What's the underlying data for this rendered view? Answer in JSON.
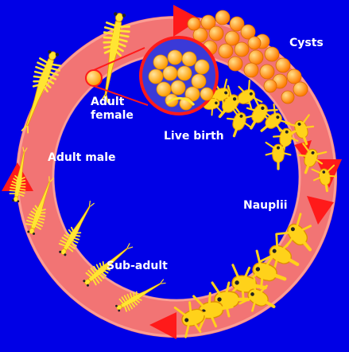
{
  "diagram": {
    "colors": {
      "background": "#0000e6",
      "ring": "#ff7a6e",
      "ring_edge": "#ffd0c8",
      "arrow": "#ff1a1a",
      "organism": "#ffe533",
      "organism_edge": "#e6a100",
      "cyst": "#ff9a1a"
    },
    "stages": {
      "cysts": "Cysts",
      "adult_female": "Adult\nfemale",
      "live_birth": "Live birth",
      "adult_male": "Adult male",
      "nauplii": "Nauplii",
      "sub_adult": "Sub-adult"
    },
    "icons": [
      "brine-shrimp-adult-icon",
      "brine-shrimp-nauplius-icon",
      "cyst-cluster-icon",
      "brood-pouch-magnifier-icon"
    ]
  }
}
